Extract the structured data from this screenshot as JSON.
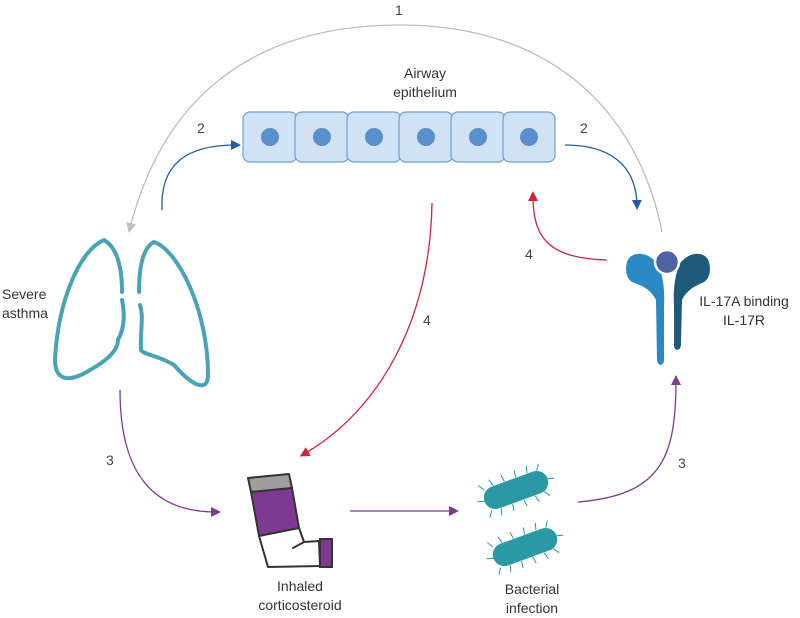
{
  "labels": {
    "airway": [
      "Airway",
      "epithelium"
    ],
    "severe": [
      "Severe",
      "asthma"
    ],
    "il17": [
      "IL-17A binding",
      "IL-17R"
    ],
    "inhaled": [
      "Inhaled",
      "corticosteroid"
    ],
    "bacterial": [
      "Bacterial",
      "infection"
    ]
  },
  "step_numbers": {
    "top": "1",
    "left_blue": "2",
    "right_blue": "2",
    "left_purple": "3",
    "right_purple": "3",
    "center_red": "4",
    "right_red": "4"
  },
  "colors": {
    "grey_arrow": "#bdbdbd",
    "blue_arrow": "#1f5fa0",
    "red_arrow": "#d0243c",
    "purple_arrow": "#7b3c8c",
    "lung": "#4aa3b5",
    "cell_fill": "#cfe3f5",
    "cell_border": "#6f9fd0",
    "nucleus": "#5b8fcb",
    "receptor_light": "#2a88c2",
    "receptor_dark": "#1f5a7a",
    "ligand": "#4e63a3",
    "inhaler_purple": "#7e3a92",
    "inhaler_grey": "#9e9e9e",
    "bacteria": "#2a98a5"
  }
}
